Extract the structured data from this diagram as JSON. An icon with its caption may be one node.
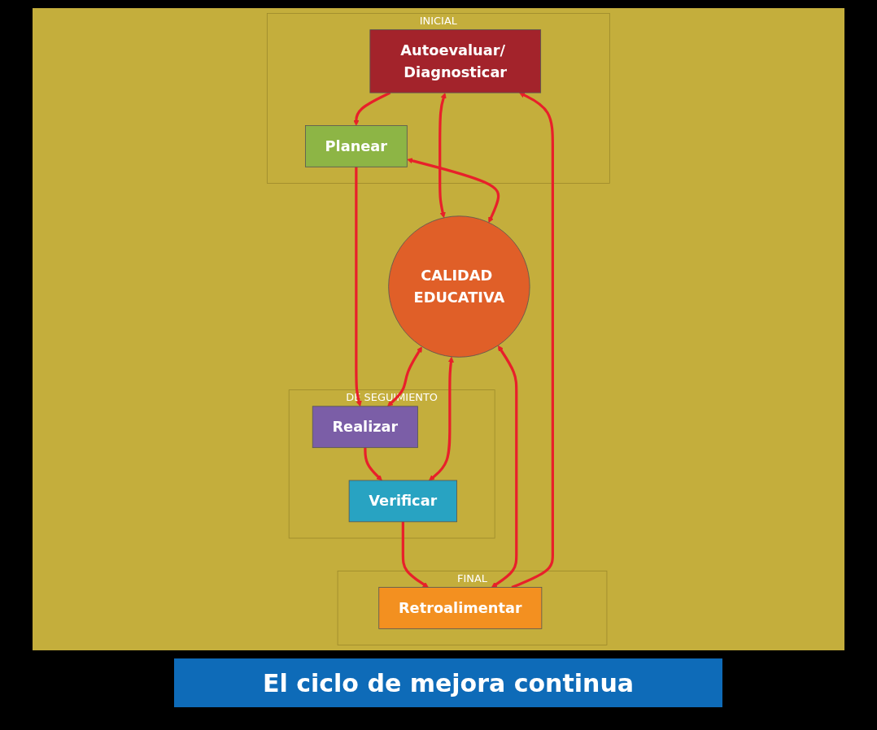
{
  "diagram": {
    "caption": "El ciclo de mejora continua",
    "nodes": [
      {
        "text": [
          "INICIAL"
        ]
      },
      {
        "text": [
          "Autoevaluar/ Diagnosticar"
        ],
        "in": 0
      },
      {
        "text": [
          "Planear"
        ],
        "in": 0
      },
      {
        "text": [
          "DE SEGUIMIENTO"
        ]
      },
      {
        "text": [
          "CALIDAD EDUCATIVA"
        ]
      },
      {
        "text": [
          "Realizar"
        ],
        "in": 3
      },
      {
        "text": [
          "Verificar"
        ],
        "in": 3
      },
      {
        "text": [
          "FINAL"
        ]
      },
      {
        "text": [
          "Retroalimentar"
        ],
        "in": 7
      }
    ],
    "edges": [
      {
        "from": 1,
        "to": 2,
        "arrow": "to"
      },
      {
        "from": 1,
        "to": 4,
        "arrow": "both"
      },
      {
        "from": 2,
        "to": 4,
        "arrow": "both"
      },
      {
        "from": 2,
        "to": 5,
        "arrow": "to"
      },
      {
        "from": 4,
        "to": 5,
        "arrow": "both"
      },
      {
        "from": 5,
        "to": 6,
        "arrow": "to"
      },
      {
        "from": 4,
        "to": 6,
        "arrow": "both"
      },
      {
        "from": 6,
        "to": 8,
        "arrow": "to"
      },
      {
        "from": 4,
        "to": 8,
        "arrow": "both"
      },
      {
        "from": 8,
        "to": 1,
        "arrow": "to"
      }
    ]
  }
}
